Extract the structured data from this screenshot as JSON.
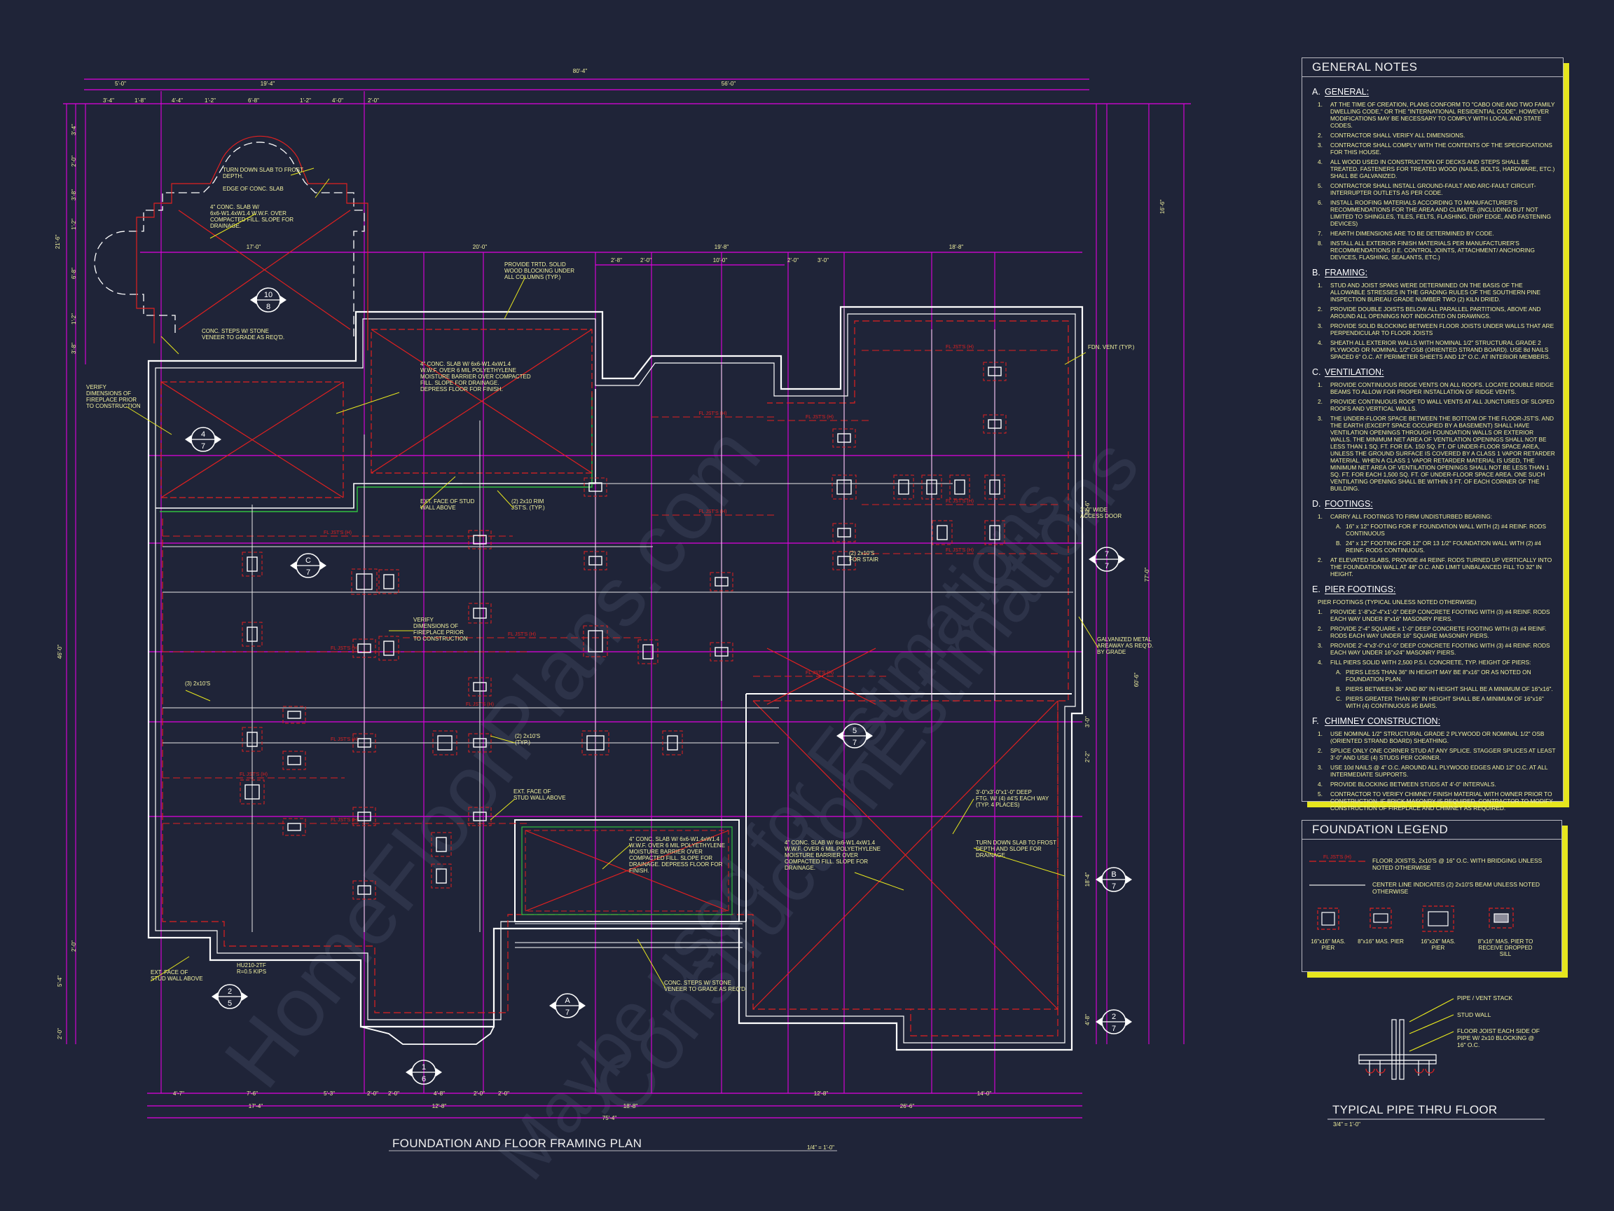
{
  "drawing": {
    "title": "FOUNDATION AND FLOOR FRAMING PLAN",
    "scale": "1/4\" = 1'-0\"",
    "watermarks": [
      "HomeFloorPlans.com",
      "ConstructionEstimations",
      "Maybe used for Estimations"
    ]
  },
  "dims": {
    "top1": [
      "80'-4\""
    ],
    "top2": [
      "5'-0\"",
      "19'-4\"",
      "56'-0\""
    ],
    "top3": [
      "3'-4\"",
      "1'-8\"",
      "4'-4\"",
      "1'-2\"",
      "6'-8\"",
      "1'-2\"",
      "4'-0\"",
      "2'-0\""
    ],
    "mid": [
      "17'-0\"",
      "20'-0\"",
      "19'-8\"",
      "18'-8\""
    ],
    "midsub": [
      "2'-8\"",
      "2'-0\"",
      "10'-0\"",
      "2'-0\"",
      "3'-0\""
    ],
    "bottom1": [
      "4'-7\"",
      "7'-6\"",
      "5'-3\"",
      "2'-0\"",
      "2'-0\"",
      "4'-8\"",
      "2'-0\"",
      "2'-0\"",
      "12'-8\"",
      "14'-0\""
    ],
    "bottom2": [
      "17'-4\"",
      "12'-8\"",
      "18'-8\"",
      "26'-6\""
    ],
    "bottom3": [
      "75'-4\""
    ],
    "left": [
      "3'-4\"",
      "2'-0\"",
      "3'-8\"",
      "1'-2\"",
      "6'-8\"",
      "1'-2\"",
      "3'-8\"",
      "21'-6\"",
      "46'-0\"",
      "2'-0\"",
      "5'-4\"",
      "2'-0\""
    ],
    "right": [
      "16'-6\"",
      "32'-6\"",
      "77'-0\"",
      "60'-6\"",
      "3'-0\"",
      "2'-2\"",
      "18'-4\"",
      "4'-8\""
    ]
  },
  "callouts": [
    {
      "id": "10",
      "sheet": "8"
    },
    {
      "id": "4",
      "sheet": "7"
    },
    {
      "id": "C",
      "sheet": "7"
    },
    {
      "id": "5",
      "sheet": "7"
    },
    {
      "id": "7",
      "sheet": "7"
    },
    {
      "id": "B",
      "sheet": "7"
    },
    {
      "id": "2",
      "sheet": "7"
    },
    {
      "id": "A",
      "sheet": "7"
    },
    {
      "id": "2",
      "sheet": "5"
    },
    {
      "id": "1",
      "sheet": "6"
    }
  ],
  "annotations": [
    "TURN DOWN SLAB TO FROST DEPTH.",
    "EDGE OF CONC. SLAB",
    "4\" CONC. SLAB W/ 6x6-W1.4xW1.4 W.W.F. OVER COMPACTED FILL. SLOPE FOR DRAINAGE.",
    "CONC. STEPS W/ STONE VENEER TO GRADE AS REQ'D.",
    "VERIFY DIMENSIONS OF FIREPLACE PRIOR TO CONSTRUCTION",
    "PROVIDE TRTD. SOLID WOOD BLOCKING UNDER ALL COLUMNS (TYP.)",
    "4\" CONC. SLAB W/ 6x6-W1.4xW1.4 W.W.F. OVER 6 MIL POLYETHYLENE MOISTURE BARRIER OVER COMPACTED FILL. SLOPE FOR DRAINAGE. DEPRESS FLOOR FOR FINISH.",
    "EXT. FACE OF STUD WALL ABOVE",
    "(2) 2x10 RIM JST'S. (TYP.)",
    "FDN. VENT (TYP.)",
    "3'-0\" WIDE ACCESS DOOR",
    "GALVANIZED METAL AREAWAY AS REQ'D. BY GRADE",
    "VERIFY DIMENSIONS OF FIREPLACE PRIOR TO CONSTRUCTION",
    "(3) 2x10'S",
    "(2) 2x10'S (TYP.)",
    "EXT. FACE OF STUD WALL ABOVE",
    "4\" CONC. SLAB W/ 6x6-W1.4xW1.4 W.W.F. OVER 6 MIL POLYETHYLENE MOISTURE BARRIER OVER COMPACTED FILL. SLOPE FOR DRAINAGE. DEPRESS FLOOR FOR FINISH.",
    "4\" CONC. SLAB W/ 6x6-W1.4xW1.4 W.W.F. OVER 6 MIL POLYETHYLENE MOISTURE BARRIER OVER COMPACTED FILL. SLOPE FOR DRAINAGE.",
    "3'-0\"x3'-0\"x1'-0\" DEEP FTG. W/ (4) #4'S EACH WAY (TYP. 4 PLACES)",
    "TURN DOWN SLAB TO FROST DEPTH AND SLOPE FOR DRAINAGE",
    "CONC. STEPS W/ STONE VENEER TO GRADE AS REQ'D.",
    "EXT. FACE OF STUD WALL ABOVE",
    "HU210-2TF R=0.5 KIPS",
    "(2) 2x10'S FOR STAIR"
  ],
  "notes": {
    "title": "GENERAL NOTES",
    "sections": [
      {
        "letter": "A.",
        "title": "GENERAL:",
        "items": [
          "AT THE TIME OF CREATION, PLANS CONFORM TO \"CABO ONE AND TWO FAMILY DWELLING CODE,\" OR THE \"INTERNATIONAL RESIDENTIAL CODE\". HOWEVER MODIFICATIONS MAY BE NECESSARY TO COMPLY WITH LOCAL AND STATE CODES.",
          "CONTRACTOR SHALL VERIFY ALL DIMENSIONS.",
          "CONTRACTOR SHALL COMPLY WITH THE CONTENTS OF THE SPECIFICATIONS FOR THIS HOUSE.",
          "ALL WOOD USED IN CONSTRUCTION OF DECKS AND STEPS SHALL BE TREATED. FASTENERS FOR TREATED WOOD (NAILS, BOLTS, HARDWARE, ETC.) SHALL BE GALVANIZED.",
          "CONTRACTOR SHALL INSTALL GROUND-FAULT AND ARC-FAULT CIRCUIT-INTERRUPTER OUTLETS AS PER CODE.",
          "INSTALL ROOFING MATERIALS ACCORDING TO MANUFACTURER'S RECOMMENDATIONS FOR THE AREA AND CLIMATE. (INCLUDING BUT NOT LIMITED TO SHINGLES, TILES, FELTS, FLASHING, DRIP EDGE, AND FASTENING DEVICES)",
          "HEARTH DIMENSIONS ARE TO BE DETERMINED BY CODE.",
          "INSTALL ALL EXTERIOR FINISH MATERIALS PER MANUFACTURER'S RECOMMENDATIONS (I.E. CONTROL JOINTS, ATTACHMENT/ ANCHORING DEVICES, FLASHING, SEALANTS, ETC.)"
        ]
      },
      {
        "letter": "B.",
        "title": "FRAMING:",
        "items": [
          "STUD AND JOIST SPANS WERE DETERMINED ON THE BASIS OF THE ALLOWABLE STRESSES IN THE GRADING RULES OF THE SOUTHERN PINE INSPECTION BUREAU GRADE NUMBER TWO (2) KILN DRIED.",
          "PROVIDE DOUBLE JOISTS BELOW ALL PARALLEL PARTITIONS, ABOVE AND AROUND ALL OPENINGS NOT INDICATED ON DRAWINGS.",
          "PROVIDE SOLID BLOCKING BETWEEN FLOOR JOISTS UNDER WALLS THAT ARE PERPENDICULAR TO FLOOR JOISTS",
          "SHEATH ALL EXTERIOR WALLS WITH NOMINAL 1/2\" STRUCTURAL GRADE 2 PLYWOOD OR NOMINAL 1/2\" OSB (ORIENTED STRAND BOARD). USE 8d NAILS SPACED 6\" O.C. AT PERIMETER SHEETS AND 12\" O.C. AT INTERIOR MEMBERS."
        ]
      },
      {
        "letter": "C.",
        "title": "VENTILATION:",
        "items": [
          "PROVIDE CONTINUOUS RIDGE VENTS ON ALL ROOFS. LOCATE DOUBLE RIDGE BEAMS TO ALLOW FOR PROPER INSTALLATION OF RIDGE VENTS.",
          "PROVIDE CONTINUOUS ROOF TO WALL VENTS AT ALL JUNCTURES OF SLOPED ROOFS AND VERTICAL WALLS.",
          "THE UNDER-FLOOR SPACE BETWEEN THE BOTTOM OF THE FLOOR-JST'S. AND THE EARTH (EXCEPT SPACE OCCUPIED BY A BASEMENT) SHALL HAVE VENTILATION OPENINGS THROUGH FOUNDATION WALLS OR EXTERIOR WALLS. THE MINIMUM NET AREA OF VENTILATION OPENINGS SHALL NOT BE LESS THAN 1 SQ. FT. FOR EA. 150 SQ. FT. OF UNDER-FLOOR SPACE AREA, UNLESS THE GROUND SURFACE IS COVERED BY A CLASS 1 VAPOR RETARDER MATERIAL. WHEN A CLASS 1 VAPOR RETARDER MATERIAL IS USED, THE MINIMUM NET AREA OF VENTILATION OPENINGS SHALL NOT BE LESS THAN 1 SQ. FT. FOR EACH 1,500 SQ. FT. OF UNDER-FLOOR SPACE AREA. ONE SUCH VENTILATING OPENING SHALL BE WITHIN 3 FT. OF EACH CORNER OF THE BUILDING."
        ]
      },
      {
        "letter": "D.",
        "title": "FOOTINGS:",
        "items": [
          "CARRY ALL FOOTINGS TO FIRM UNDISTURBED BEARING:",
          "AT ELEVATED SLABS, PROVIDE #4 REINF. RODS TURNED UP VERTICALLY INTO THE FOUNDATION WALL AT 48\" O.C. AND LIMIT UNBALANCED FILL TO 32\" IN HEIGHT."
        ],
        "subitems": [
          "16\" x 12\" FOOTING FOR 8\" FOUNDATION WALL WITH (2) #4 REINF. RODS CONTINUOUS",
          "24\" x 12\" FOOTING FOR 12\" OR 13 1/2\" FOUNDATION WALL WITH (2) #4 REINF. RODS CONTINUOUS."
        ]
      },
      {
        "letter": "E.",
        "title": "PIER FOOTINGS:",
        "intro": "PIER FOOTINGS (TYPICAL UNLESS NOTED OTHERWISE)",
        "items": [
          "PROVIDE 1'-8\"x2'-4\"x1'-0\" DEEP CONCRETE FOOTING WITH (3) #4 REINF. RODS EACH WAY UNDER 8\"x16\" MASONRY PIERS.",
          "PROVIDE 2'-4\" SQUARE x 1'-0\" DEEP CONCRETE FOOTING WITH (3) #4 REINF. RODS EACH WAY UNDER 16\" SQUARE MASONRY PIERS.",
          "PROVIDE 2'-4\"x3'-0\"x1'-0\" DEEP CONCRETE FOOTING WITH (3) #4 REINF. RODS EACH WAY UNDER 16\"x24\" MASONRY PIERS.",
          "FILL PIERS SOLID WITH 2,500 P.S.I. CONCRETE, TYP. HEIGHT OF PIERS:"
        ],
        "subitems": [
          "PIERS LESS THAN 36\" IN HEIGHT MAY BE 8\"x16\" OR AS NOTED ON FOUNDATION PLAN.",
          "PIERS BETWEEN 36\" AND 80\" IN HEIGHT SHALL BE A MINIMUM OF 16\"x16\".",
          "PIERS GREATER THAN 80\" IN HEIGHT SHALL BE A MINIMUM OF 16\"x16\" WITH (4) CONTINUOUS #5 BARS."
        ]
      },
      {
        "letter": "F.",
        "title": "CHIMNEY CONSTRUCTION:",
        "items": [
          "USE NOMINAL 1/2\" STRUCTURAL GRADE 2 PLYWOOD OR NOMINAL 1/2\" OSB (ORIENTED STRAND BOARD) SHEATHING.",
          "SPLICE ONLY ONE CORNER STUD AT ANY SPLICE. STAGGER SPLICES AT LEAST 3'-0\" AND USE (4) STUDS PER CORNER.",
          "USE 10d NAILS @ 4\" O.C. AROUND ALL PLYWOOD EDGES AND 12\" O.C. AT ALL INTERMEDIATE SUPPORTS.",
          "PROVIDE BLOCKING BETWEEN STUDS AT 4'-0\" INTERVALS.",
          "CONTRACTOR TO VERIFY CHIMNEY FINISH MATERIAL WITH OWNER PRIOR TO CONSTRUCTION. IF BRICK MASONRY IS REQUIRED, CONTRACTOR TO MODIFY CONSTRUCTION OF FIREPLACE AND CHIMNEY AS REQUIRED."
        ]
      }
    ]
  },
  "legend": {
    "title": "FOUNDATION LEGEND",
    "joist_sample": "FL JST'S (H)",
    "joist_text": "FLOOR JOISTS, 2x10'S @ 16\" O.C. WITH BRIDGING UNLESS NOTED OTHERWISE",
    "beam_text": "CENTER LINE INDICATES (2) 2x10'S BEAM UNLESS NOTED OTHERWISE",
    "piers": [
      "16\"x16\" MAS. PIER",
      "8\"x16\" MAS. PIER",
      "16\"x24\" MAS. PIER",
      "8\"x16\" MAS. PIER TO RECEIVE DROPPED SILL"
    ]
  },
  "detail": {
    "title": "TYPICAL PIPE THRU FLOOR",
    "scale": "3/4\" = 1'-0\"",
    "labels": [
      "PIPE / VENT STACK",
      "STUD WALL",
      "FLOOR JOIST EACH SIDE OF PIPE W/ 2x10 BLOCKING @ 16\" O.C."
    ]
  },
  "colors": {
    "background": "#1f2438",
    "dimension": "#e000e0",
    "wall": "#ffffff",
    "footing": "#e02020",
    "text": "#f2f2a0",
    "accent": "#e6e61e",
    "hatch": "#30c040"
  }
}
